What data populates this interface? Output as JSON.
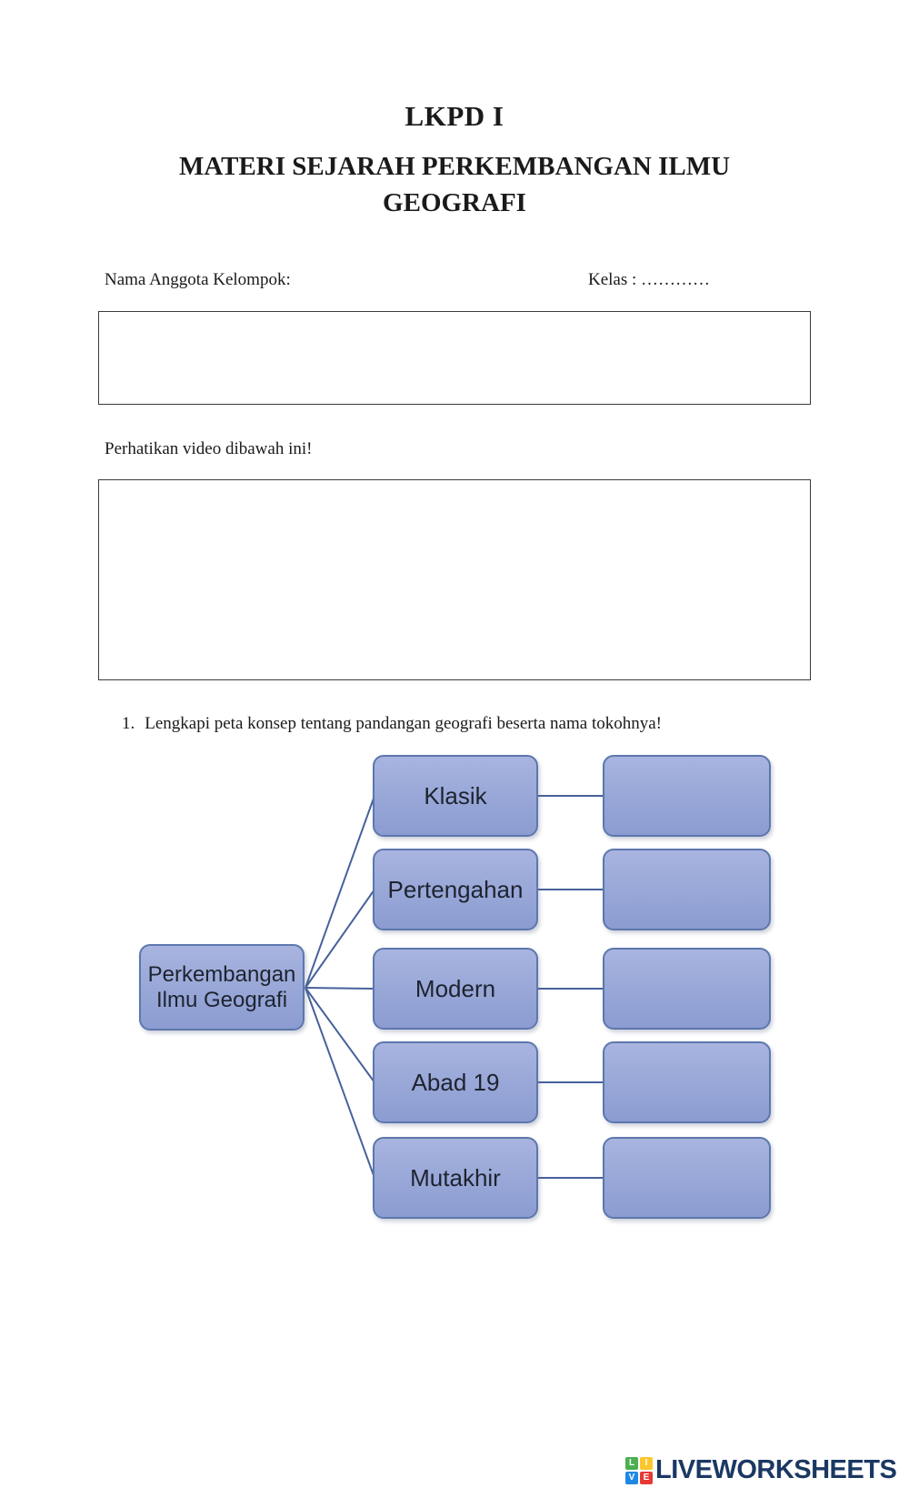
{
  "page": {
    "title": "LKPD I",
    "subtitle": "MATERI SEJARAH PERKEMBANGAN ILMU GEOGRAFI"
  },
  "form": {
    "group_label": "Nama Anggota Kelompok:",
    "class_label": "Kelas : …………",
    "video_prompt": "Perhatikan video dibawah ini!"
  },
  "task": {
    "number": "1.",
    "text": "Lengkapi peta konsep tentang pandangan geografi beserta nama tokohnya!"
  },
  "concept_map": {
    "root_label": "Perkembangan Ilmu Geografi",
    "branches": [
      "Klasik",
      "Pertengahan",
      "Modern",
      "Abad 19",
      "Mutakhir"
    ],
    "colors": {
      "box_fill_top": "#a9b4e0",
      "box_fill_bottom": "#8c9cd1",
      "box_border": "#5d77ad",
      "connector": "#46619b"
    }
  },
  "footer": {
    "brand": "LIVEWORKSHEETS",
    "brand_color": "#1b3863",
    "logo_squares": [
      {
        "letter": "L",
        "color": "#4caf50"
      },
      {
        "letter": "I",
        "color": "#fdc62d"
      },
      {
        "letter": "V",
        "color": "#1e88e5"
      },
      {
        "letter": "E",
        "color": "#e53935"
      }
    ]
  }
}
